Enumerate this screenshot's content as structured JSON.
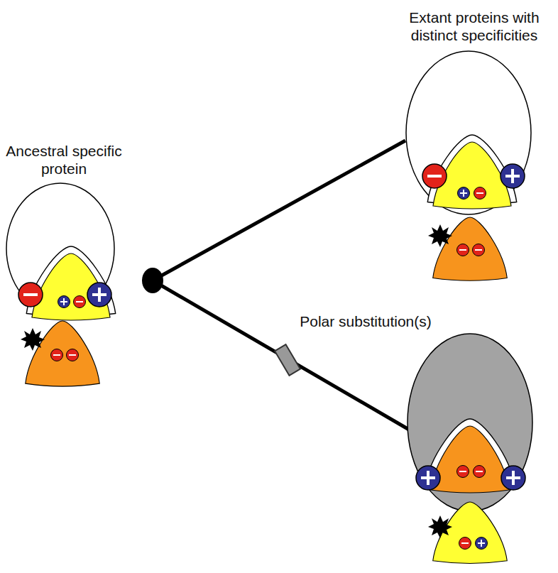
{
  "diagram": {
    "labels": [
      "Ancestral specific protein",
      "Extant proteins with distinct specificities",
      "Polar substitution(s)"
    ]
  }
}
